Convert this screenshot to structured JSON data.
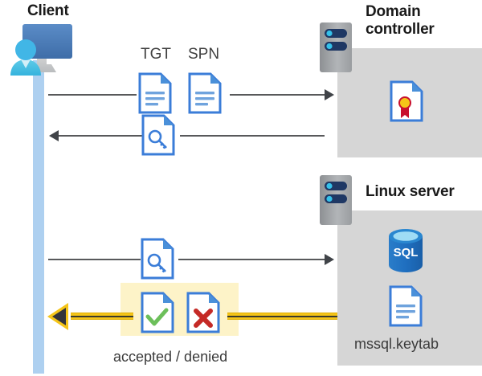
{
  "diagram": {
    "title_client": "Client",
    "title_domain_controller": "Domain\ncontroller",
    "title_domain_controller_line1": "Domain",
    "title_domain_controller_line2": "controller",
    "title_linux_server": "Linux server",
    "label_tgt": "TGT",
    "label_spn": "SPN",
    "label_keytab": "mssql.keytab",
    "label_result": "accepted / denied"
  },
  "icons": {
    "client": "client-user-monitor-icon",
    "server_dc": "server-rack-icon",
    "server_linux": "server-rack-icon",
    "certificate": "certificate-document-icon",
    "database": "sql-database-icon",
    "keytab_doc": "text-document-icon",
    "tgt_doc": "text-document-icon",
    "spn_doc": "text-document-icon",
    "ticket_key_doc": "key-document-icon",
    "service_ticket_doc": "key-document-icon",
    "accepted_doc": "check-document-icon",
    "denied_doc": "cross-document-icon"
  },
  "colors": {
    "lifeline": "#aed0f0",
    "panel_gray": "#d6d6d6",
    "panel_yellow": "#fdf3c8",
    "arrow_dark": "#58595b",
    "arrow_gold": "#f5c518",
    "doc_blue": "#3b7dd8",
    "accept_green": "#6cbf5a",
    "deny_red": "#c52a26",
    "sql_blue": "#1f6fc0",
    "cert_gold": "#f5c518",
    "cert_red": "#c8102e",
    "server_gray": "#9d9fa2",
    "server_navy": "#1f3864",
    "server_dot": "#35c1ea",
    "monitor_blue": "#4a7ebb",
    "person_cyan": "#41b6e6"
  },
  "flows": [
    {
      "name": "client-to-dc-tgt-spn",
      "direction": "right"
    },
    {
      "name": "dc-to-client-ticket",
      "direction": "left"
    },
    {
      "name": "client-to-linux-service-ticket",
      "direction": "right"
    },
    {
      "name": "linux-to-client-result",
      "direction": "left"
    }
  ]
}
